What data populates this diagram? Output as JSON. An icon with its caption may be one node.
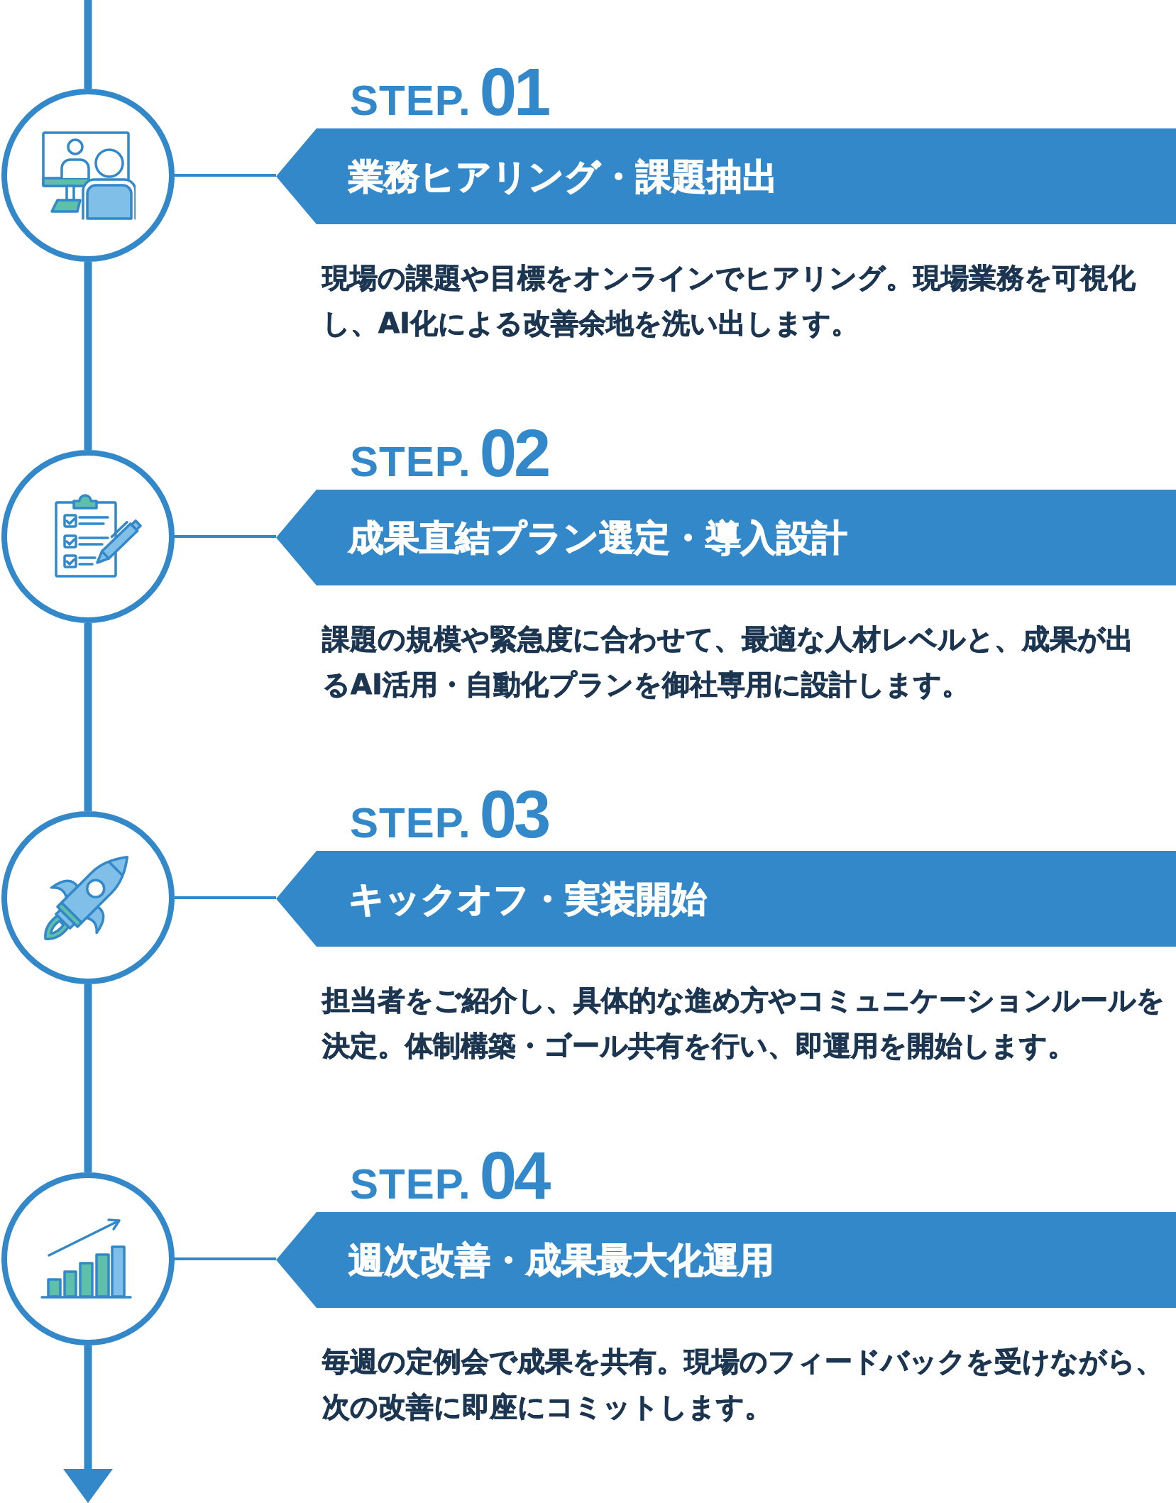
{
  "diagram": {
    "nodes": [
      {
        "text": [],
        "shape": "circle"
      },
      {
        "text": [
          "STEP.",
          "01",
          "業務ヒアリング・課題抽出"
        ],
        "beside": [
          "現場の課題や目標をオンラインでヒアリング。現場業務を可視化し、AI化による改善余地を洗い出します。"
        ]
      },
      {
        "text": [],
        "shape": "circle"
      },
      {
        "text": [
          "STEP.",
          "02",
          "成果直結プラン選定・導入設計"
        ],
        "beside": [
          "課題の規模や緊急度に合わせて、最適な人材レベルと、成果が出るAI活用・自動化プランを御社専用に設計します。"
        ]
      },
      {
        "text": [],
        "shape": "circle"
      },
      {
        "text": [
          "STEP.",
          "03",
          "キックオフ・実装開始"
        ],
        "beside": [
          "担当者をご紹介し、具体的な進め方やコミュニケーションルールを決定。体制構築・ゴール共有を行い、即運用を開始します。"
        ]
      },
      {
        "text": [],
        "shape": "circle"
      },
      {
        "text": [
          "STEP.",
          "04",
          "週次改善・成果最大化運用"
        ],
        "beside": [
          "毎週の定例会で成果を共有。現場のフィードバックを受けながら、次の改善に即座にコミットします。"
        ]
      }
    ],
    "edges": [
      {
        "from": null,
        "to": 0,
        "arrow": "none"
      },
      {
        "from": 0,
        "to": 1,
        "arrow": "none"
      },
      {
        "from": 0,
        "to": 2,
        "arrow": "none"
      },
      {
        "from": 2,
        "to": 3,
        "arrow": "none"
      },
      {
        "from": 2,
        "to": 4,
        "arrow": "none"
      },
      {
        "from": 4,
        "to": 5,
        "arrow": "none"
      },
      {
        "from": 4,
        "to": 6,
        "arrow": "none"
      },
      {
        "from": 6,
        "to": 7,
        "arrow": "none"
      },
      {
        "from": 6,
        "to": null,
        "arrow": "to"
      }
    ]
  }
}
